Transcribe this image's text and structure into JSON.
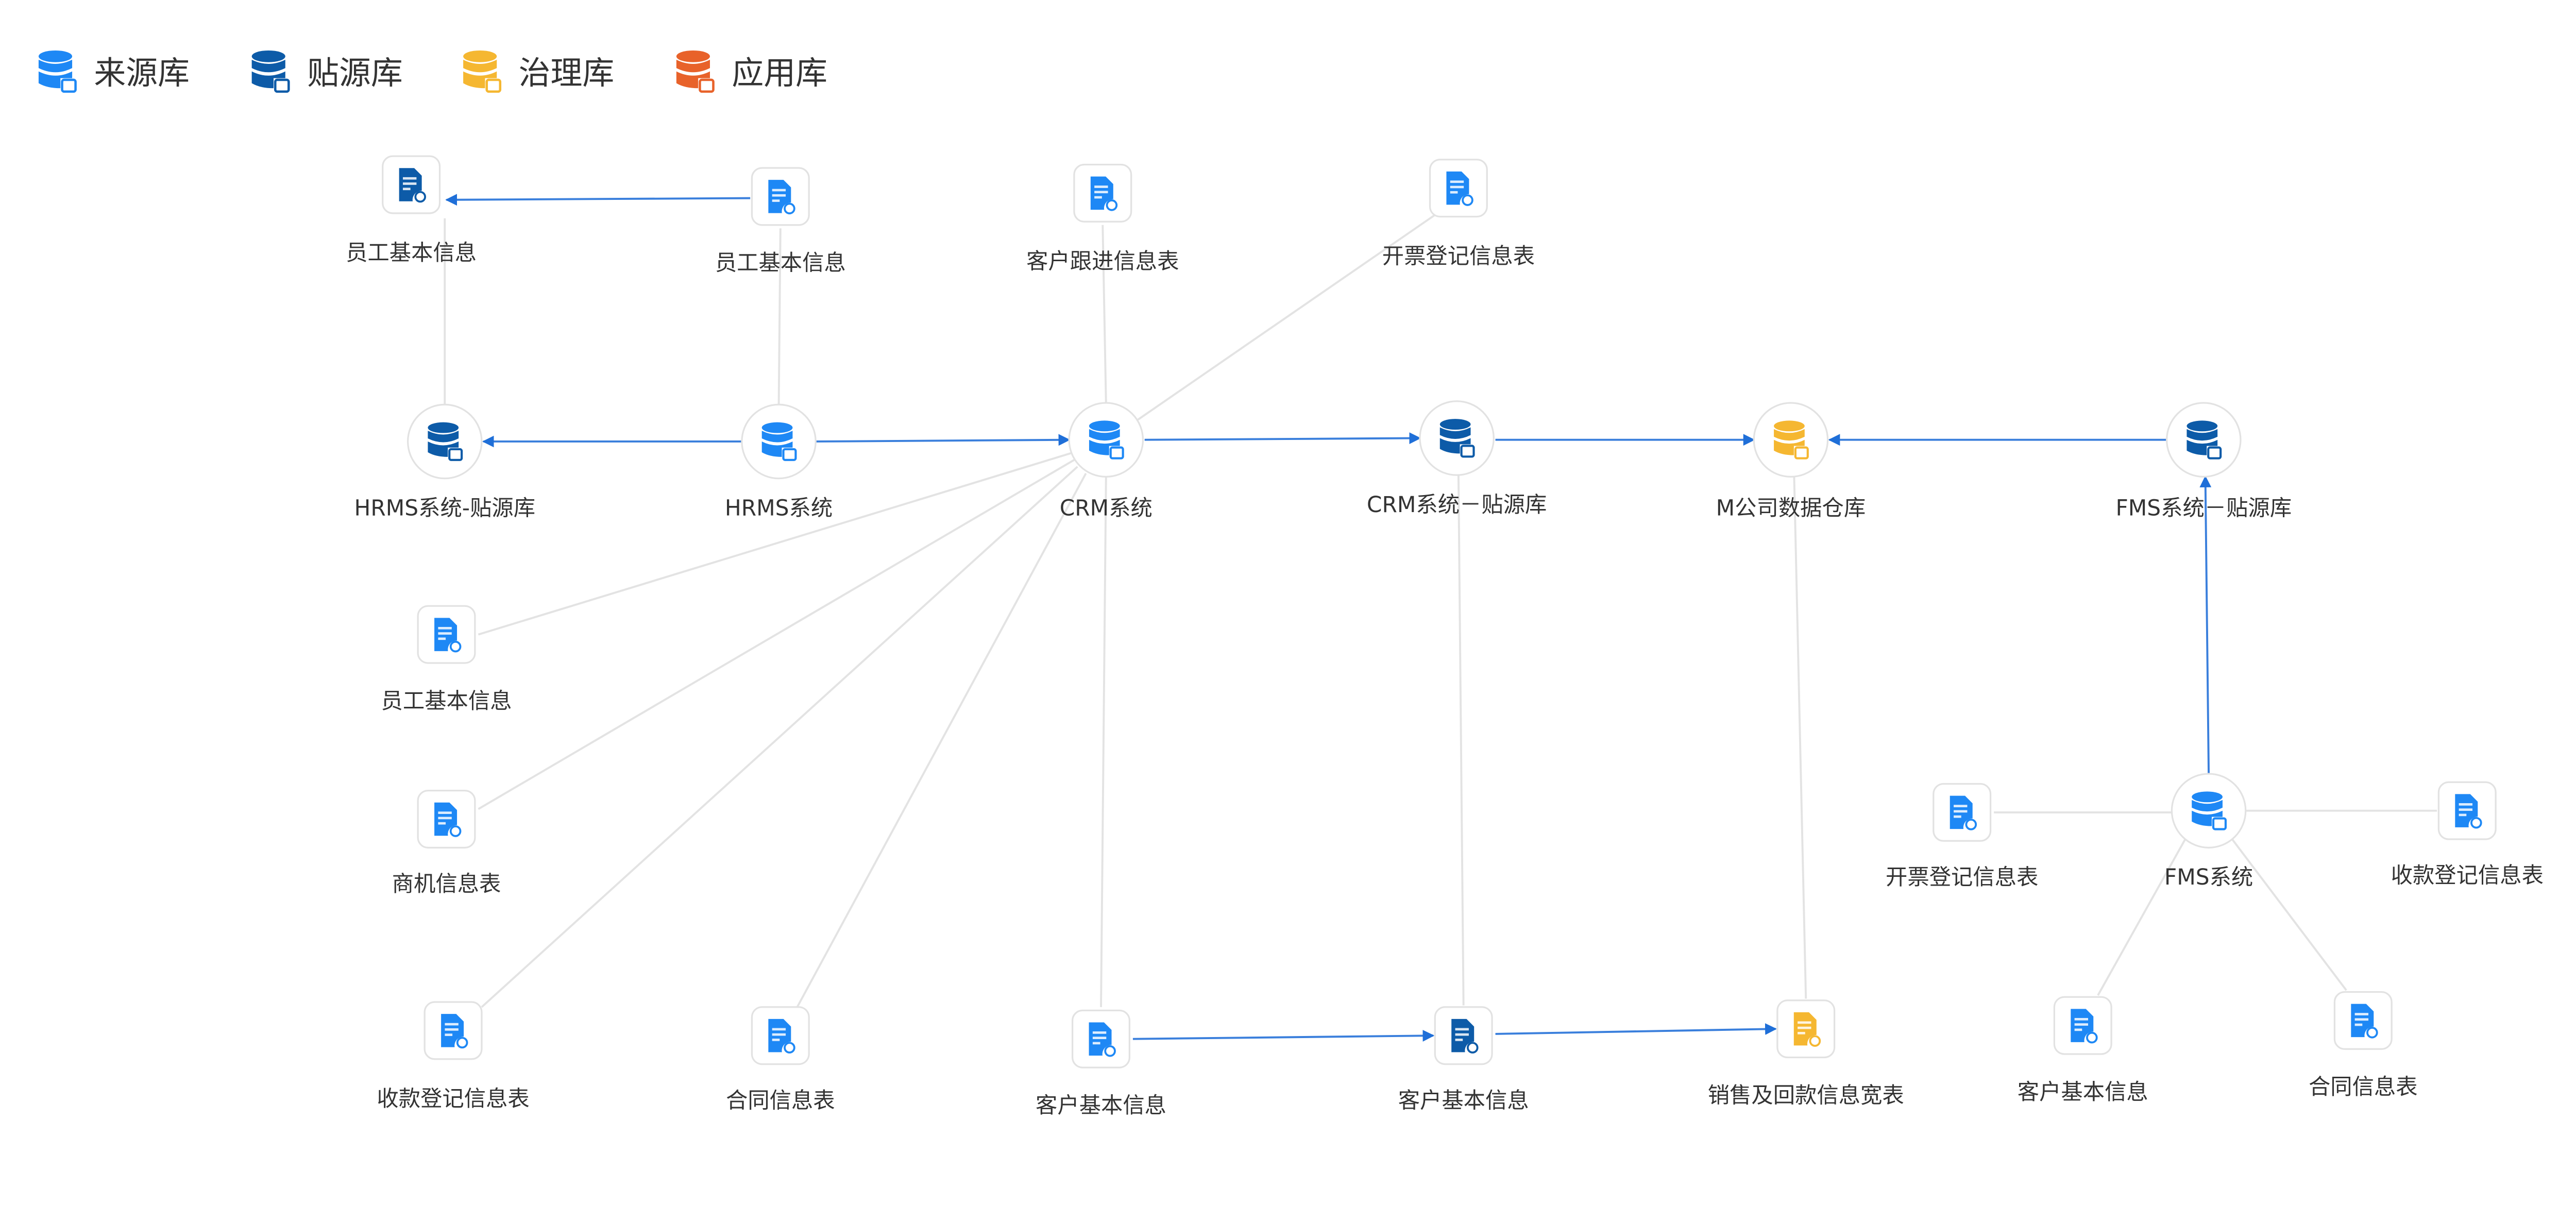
{
  "legend": [
    {
      "label": "来源库",
      "icon": "source-db-icon",
      "color": "#1E88F5"
    },
    {
      "label": "贴源库",
      "icon": "paste-db-icon",
      "color": "#0D5BA8"
    },
    {
      "label": "治理库",
      "icon": "governance-db-icon",
      "color": "#F5B731"
    },
    {
      "label": "应用库",
      "icon": "application-db-icon",
      "color": "#E8622A"
    }
  ],
  "databases": {
    "hrms_paste": "HRMS系统-贴源库",
    "hrms": "HRMS系统",
    "crm": "CRM系统",
    "crm_paste": "CRM系统－贴源库",
    "warehouse": "M公司数据仓库",
    "fms_paste": "FMS系统－贴源库",
    "fms": "FMS系统"
  },
  "tables": {
    "t1": "员工基本信息",
    "t2": "员工基本信息",
    "t3": "客户跟进信息表",
    "t4": "开票登记信息表",
    "t5": "员工基本信息",
    "t6": "商机信息表",
    "t7": "收款登记信息表",
    "t8": "合同信息表",
    "t9": "客户基本信息",
    "t10": "客户基本信息",
    "t11": "销售及回款信息宽表",
    "t12": "开票登记信息表",
    "t13": "收款登记信息表",
    "t14": "客户基本信息",
    "t15": "合同信息表"
  }
}
